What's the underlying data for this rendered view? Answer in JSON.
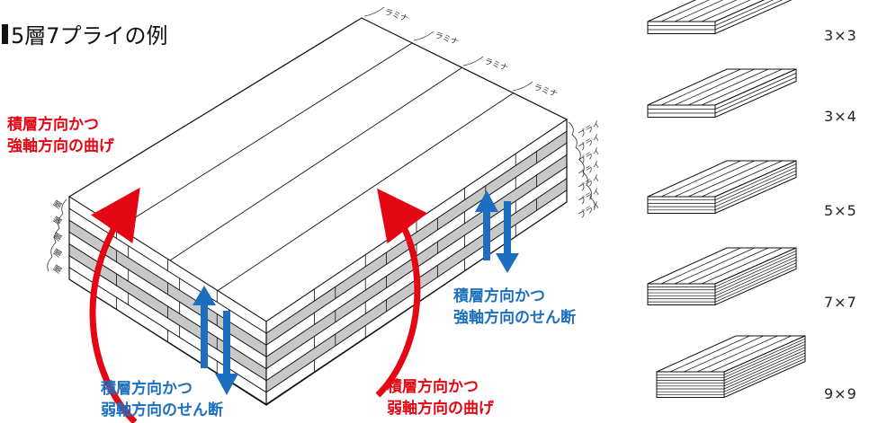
{
  "title": "5層7プライの例",
  "labels": {
    "laminate": "ラミナ",
    "ply": "プライ",
    "layer": "層"
  },
  "annotations": {
    "top_left": [
      "積層方向かつ",
      "強軸方向の曲げ"
    ],
    "right_middle": [
      "積層方向かつ",
      "強軸方向のせん断"
    ],
    "bottom_left": [
      "積層方向かつ",
      "弱軸方向のせん断"
    ],
    "bottom_right": [
      "積層方向かつ",
      "弱軸方向の曲げ"
    ]
  },
  "configurations": [
    "3×3",
    "3×4",
    "5×5",
    "7×7",
    "9×9"
  ],
  "colors": {
    "red": "#e30613",
    "blue": "#1c6fbf",
    "gray": "#c8c8c8"
  }
}
